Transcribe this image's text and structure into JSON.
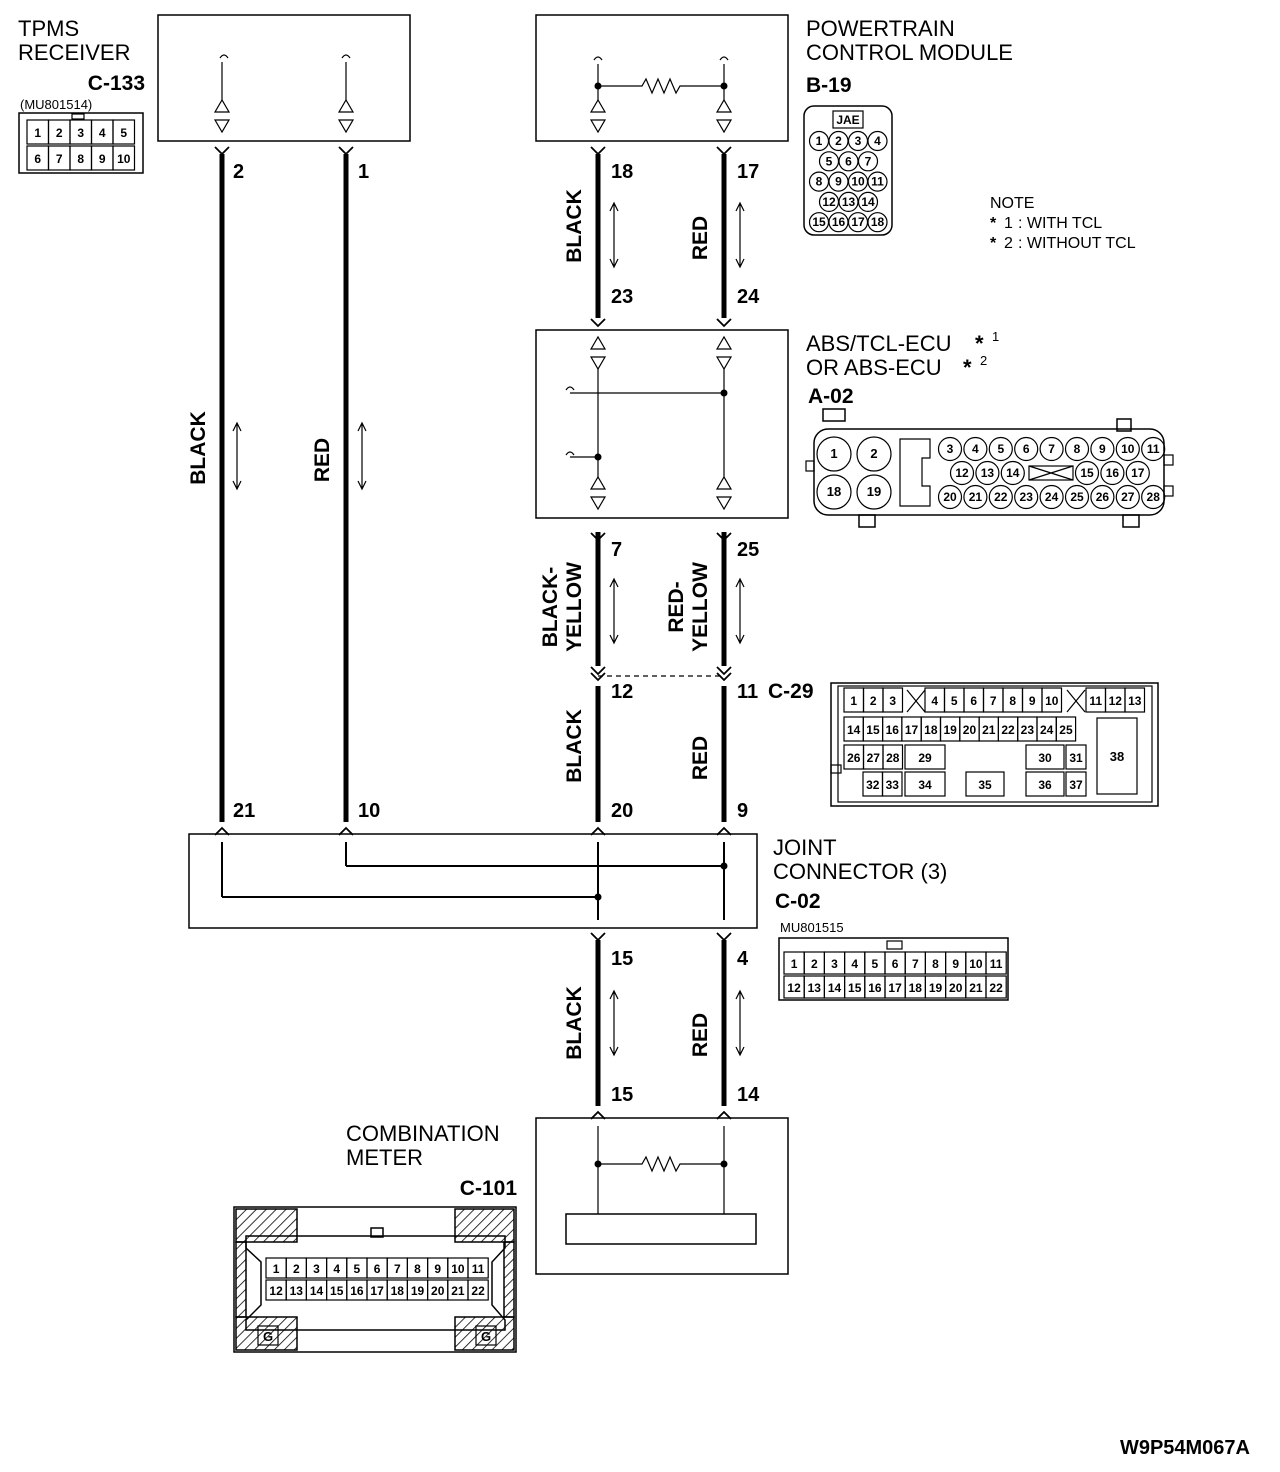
{
  "components": {
    "tpms": {
      "name1": "TPMS",
      "name2": "RECEIVER",
      "code": "C-133",
      "part": "(MU801514)",
      "pins": [
        "1",
        "2",
        "3",
        "4",
        "5",
        "6",
        "7",
        "8",
        "9",
        "10"
      ]
    },
    "pcm": {
      "name1": "POWERTRAIN",
      "name2": "CONTROL MODULE",
      "code": "B-19",
      "maker": "JAE",
      "pins": [
        "1",
        "2",
        "3",
        "4",
        "5",
        "6",
        "7",
        "8",
        "9",
        "10",
        "11",
        "12",
        "13",
        "14",
        "15",
        "16",
        "17",
        "18"
      ]
    },
    "abs": {
      "name1": "ABS/TCL-ECU",
      "mark1": "*",
      "sup1": "1",
      "name2": "OR ABS-ECU",
      "mark2": "*",
      "sup2": "2",
      "code": "A-02",
      "pins": [
        "1",
        "2",
        "3",
        "4",
        "5",
        "6",
        "7",
        "8",
        "9",
        "10",
        "11",
        "12",
        "13",
        "14",
        "15",
        "16",
        "17",
        "18",
        "19",
        "20",
        "21",
        "22",
        "23",
        "24",
        "25",
        "26",
        "27",
        "28"
      ]
    },
    "c29": {
      "code": "C-29",
      "pins": [
        "1",
        "2",
        "3",
        "4",
        "5",
        "6",
        "7",
        "8",
        "9",
        "10",
        "11",
        "12",
        "13",
        "14",
        "15",
        "16",
        "17",
        "18",
        "19",
        "20",
        "21",
        "22",
        "23",
        "24",
        "25",
        "26",
        "27",
        "28",
        "29",
        "30",
        "31",
        "32",
        "33",
        "34",
        "35",
        "36",
        "37",
        "38"
      ]
    },
    "joint": {
      "name1": "JOINT",
      "name2": "CONNECTOR (3)",
      "code": "C-02",
      "part": "MU801515",
      "pins": [
        "1",
        "2",
        "3",
        "4",
        "5",
        "6",
        "7",
        "8",
        "9",
        "10",
        "11",
        "12",
        "13",
        "14",
        "15",
        "16",
        "17",
        "18",
        "19",
        "20",
        "21",
        "22"
      ]
    },
    "meter": {
      "name1": "COMBINATION",
      "name2": "METER",
      "code": "C-101",
      "ground": "G",
      "pins": [
        "1",
        "2",
        "3",
        "4",
        "5",
        "6",
        "7",
        "8",
        "9",
        "10",
        "11",
        "12",
        "13",
        "14",
        "15",
        "16",
        "17",
        "18",
        "19",
        "20",
        "21",
        "22"
      ]
    }
  },
  "note": {
    "title": "NOTE",
    "star": "*",
    "n1": "1",
    "t1": ": WITH TCL",
    "n2": "2",
    "t2": ": WITHOUT TCL"
  },
  "pins": {
    "tpms_a": "2",
    "tpms_b": "1",
    "pcm_a": "18",
    "pcm_b": "17",
    "abs_top_a": "23",
    "abs_top_b": "24",
    "abs_bot_a": "7",
    "abs_bot_b": "25",
    "c29_a": "12",
    "c29_b": "11",
    "jc_1": "21",
    "jc_2": "10",
    "jc_3": "20",
    "jc_4": "9",
    "jc_bot_a": "15",
    "jc_bot_b": "4",
    "meter_a": "15",
    "meter_b": "14"
  },
  "wires": {
    "black": "BLACK",
    "red": "RED",
    "black_yellow_1": "BLACK-",
    "black_yellow_2": "YELLOW",
    "red_yellow_1": "RED-",
    "red_yellow_2": "YELLOW"
  },
  "figure_code": "W9P54M067A"
}
